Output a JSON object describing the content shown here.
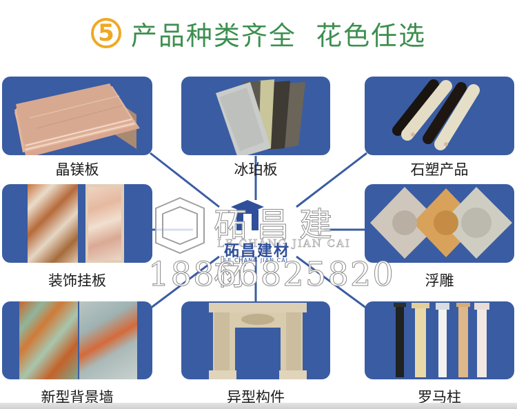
{
  "header": {
    "step_number": "5",
    "title": "产品种类齐全  花色任选",
    "accent_color": "#f0a823",
    "title_color": "#3d8f4f"
  },
  "panel_color": "#3a5ca3",
  "products": [
    {
      "label": "晶镁板",
      "image": "stacked-pink-boards"
    },
    {
      "label": "冰珀板",
      "image": "fanned-marble-sheets"
    },
    {
      "label": "石塑产品",
      "image": "stone-plastic-mouldings"
    },
    {
      "label": "装饰挂板",
      "image": "decorative-wall-panels"
    },
    {
      "label": "浮雕",
      "image": "relief-tiles"
    },
    {
      "label": "新型背景墙",
      "image": "marble-background-wall"
    },
    {
      "label": "异型构件",
      "image": "fireplace-mantel"
    },
    {
      "label": "罗马柱",
      "image": "roman-columns"
    }
  ],
  "watermark": {
    "brand_cn": "砳昌建材",
    "brand_en": "LE CHANG JIAN CAI",
    "phone": "18866825820"
  },
  "center_logo": {
    "brand_cn": "砳昌建材",
    "brand_en": "LE CHANG JIAN CAI"
  }
}
